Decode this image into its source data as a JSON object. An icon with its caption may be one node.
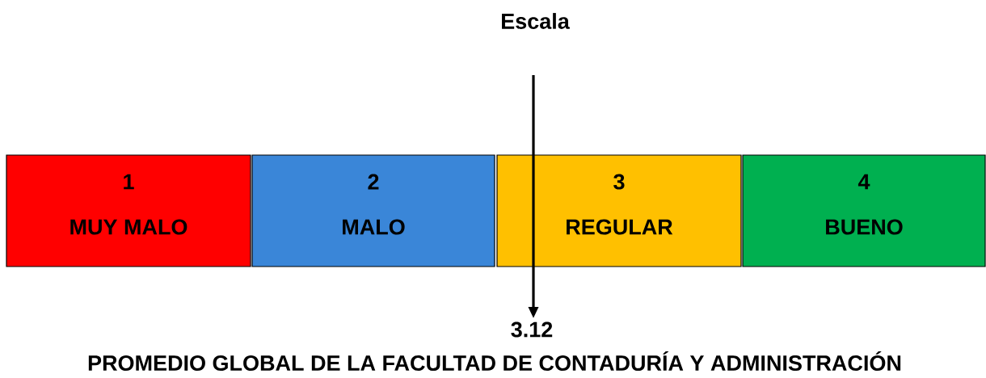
{
  "diagram": {
    "title": "Escala",
    "caption": "PROMEDIO GLOBAL DE LA FACULTAD DE CONTADURÍA Y ADMINISTRACIÓN",
    "nodes": [
      {
        "text": [
          "1",
          "MUY MALO"
        ]
      },
      {
        "text": [
          "2",
          "MALO"
        ]
      },
      {
        "text": [
          "3",
          "REGULAR"
        ]
      },
      {
        "text": [
          "4",
          "BUENO"
        ]
      },
      {
        "text": [
          "3.12"
        ]
      }
    ],
    "edges": [
      {
        "from": null,
        "to": 4,
        "arrow": "to"
      }
    ]
  }
}
